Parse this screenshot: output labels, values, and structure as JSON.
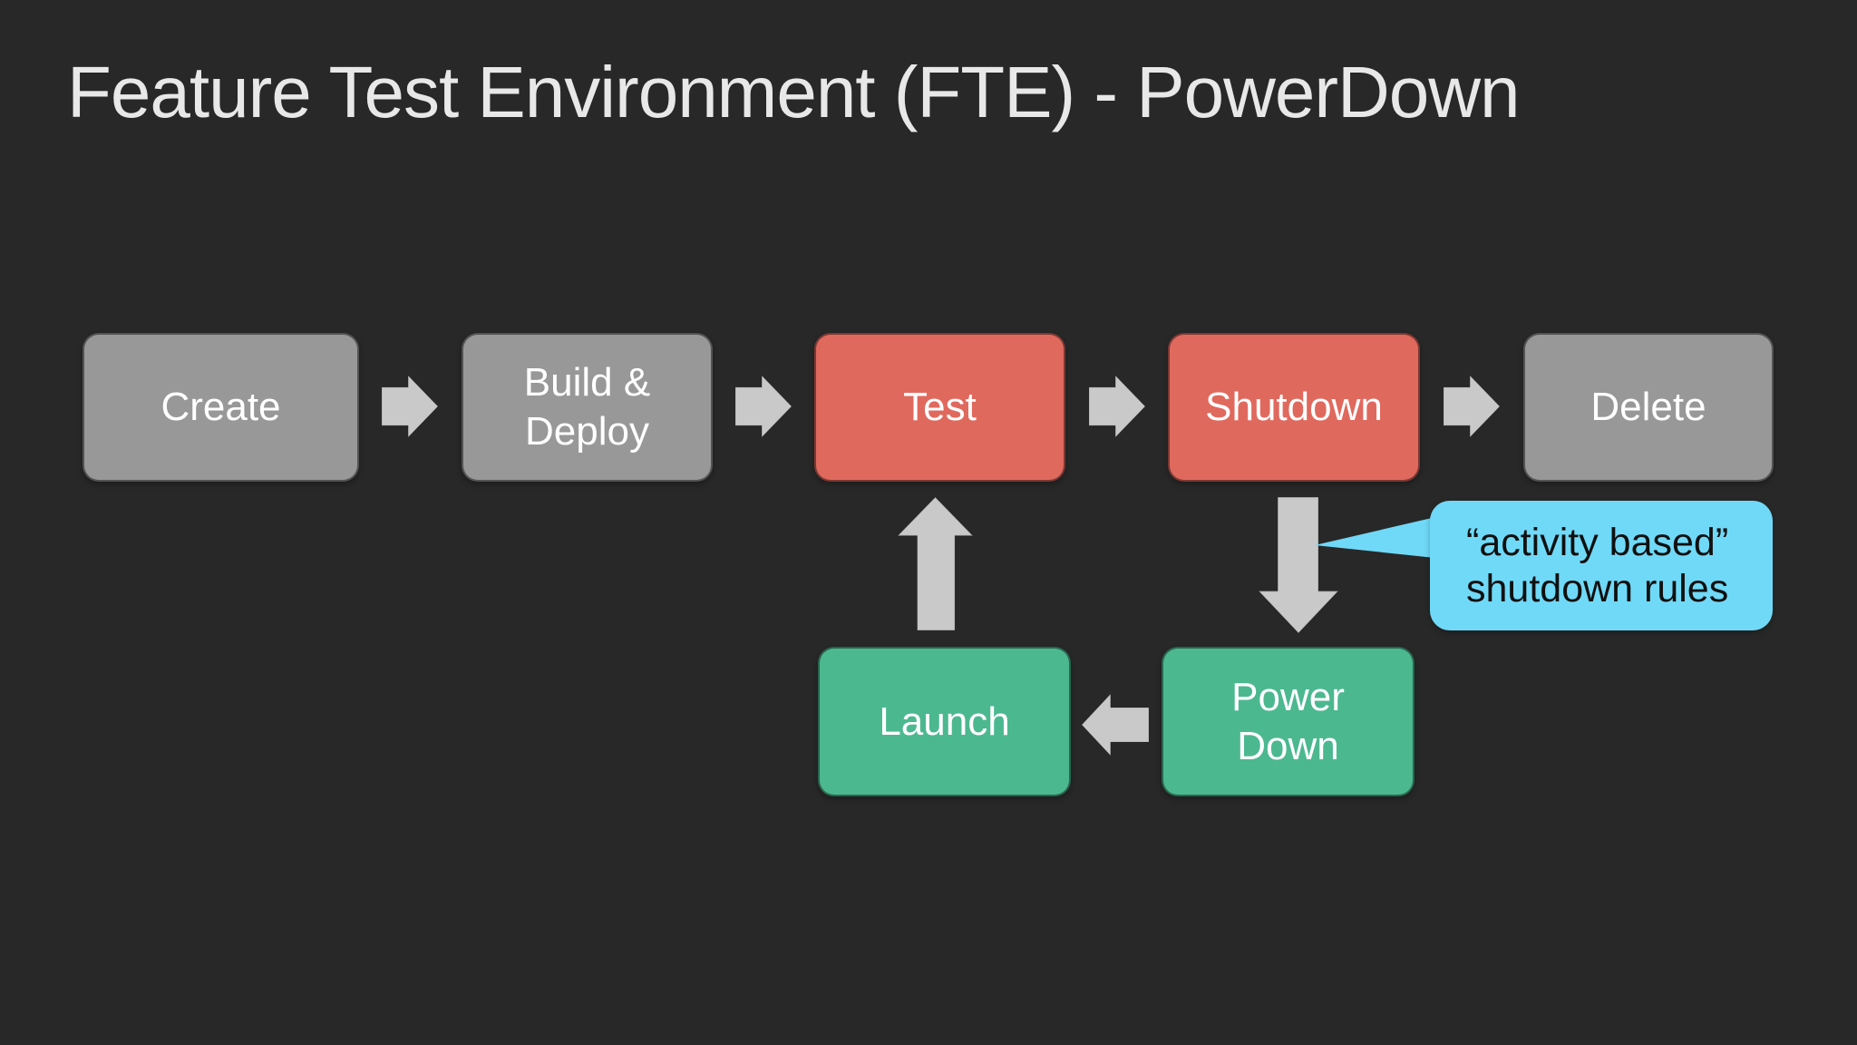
{
  "title": "Feature Test Environment (FTE) - PowerDown",
  "colors": {
    "background": "#282828",
    "title_text": "#E8E8E8",
    "node_text": "#FFFFFF",
    "gray_node": "#989898",
    "red_node": "#E0695E",
    "green_node": "#4CB890",
    "arrow": "#C9C9C9",
    "callout_bg": "#70D9F7",
    "callout_text": "#101010"
  },
  "nodes": [
    {
      "id": "create",
      "label": "Create",
      "color": "#989898"
    },
    {
      "id": "build-deploy",
      "label": "Build &\nDeploy",
      "color": "#989898"
    },
    {
      "id": "test",
      "label": "Test",
      "color": "#E0695E"
    },
    {
      "id": "shutdown",
      "label": "Shutdown",
      "color": "#E0695E"
    },
    {
      "id": "delete",
      "label": "Delete",
      "color": "#989898"
    },
    {
      "id": "launch",
      "label": "Launch",
      "color": "#4CB890"
    },
    {
      "id": "power-down",
      "label": "Power\nDown",
      "color": "#4CB890"
    }
  ],
  "arrows": [
    {
      "id": "create-to-build-deploy",
      "direction": "right"
    },
    {
      "id": "build-deploy-to-test",
      "direction": "right"
    },
    {
      "id": "test-to-shutdown",
      "direction": "right"
    },
    {
      "id": "shutdown-to-delete",
      "direction": "right"
    },
    {
      "id": "shutdown-to-power-down",
      "direction": "down"
    },
    {
      "id": "power-down-to-launch",
      "direction": "left"
    },
    {
      "id": "launch-to-test",
      "direction": "up"
    }
  ],
  "callout": {
    "line1": "“activity based”",
    "line2": "shutdown rules"
  }
}
